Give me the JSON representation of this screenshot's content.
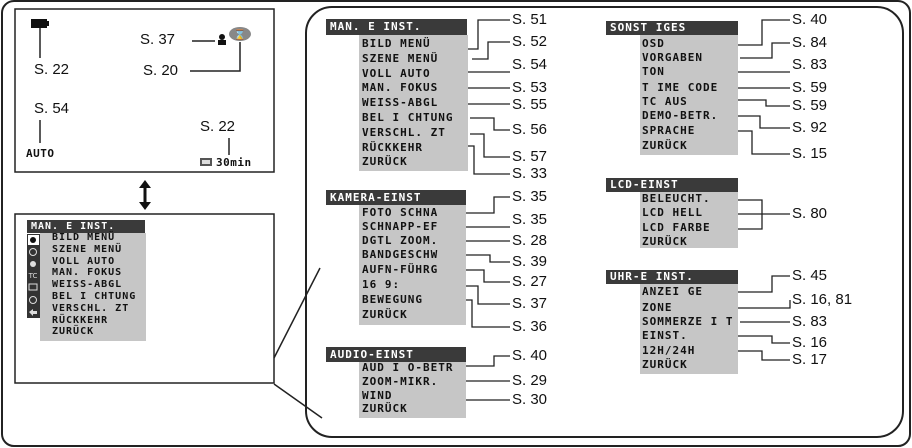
{
  "screen": {
    "ref_battery": "S. 22",
    "ref_top": "S. 37",
    "ref_icon": "S. 20",
    "ref_mode": "S. 54",
    "mode_label": "AUTO",
    "ref_remain": "S. 22",
    "remain_value": "30min"
  },
  "small_menu": {
    "title": "MAN. E INST.",
    "items": [
      "BILD MENÜ",
      "SZENE MENÜ",
      "VOLL AUTO",
      "MAN. FOKUS",
      "WEISS-ABGL",
      "BEL I CHTUNG",
      "VERSCHL. ZT",
      "RÜCKKEHR",
      "ZURÜCK"
    ]
  },
  "menus": {
    "man": {
      "title": "MAN. E INST.",
      "items": [
        "BILD MENÜ",
        "SZENE MENÜ",
        "VOLL AUTO",
        "MAN. FOKUS",
        "WEISS-ABGL",
        "BEL I CHTUNG",
        "VERSCHL. ZT",
        "RÜCKKEHR",
        "ZURÜCK"
      ],
      "refs": [
        "S. 51",
        "S. 52",
        "S. 54",
        "S. 53",
        "S. 55",
        "S. 56",
        "S. 57",
        "S. 33"
      ]
    },
    "kamera": {
      "title": "KAMERA-EINST",
      "items": [
        "FOTO SCHNA",
        "SCHNAPP-EF",
        "DGTL ZOOM.",
        "BANDGESCHW",
        "AUFN-FÜHRG",
        "16 9:",
        "BEWEGUNG",
        "ZURÜCK"
      ],
      "refs": [
        "S. 35",
        "S. 35",
        "S. 28",
        "S. 39",
        "S. 27",
        "S. 37",
        "S. 36"
      ]
    },
    "audio": {
      "title": "AUDIO-EINST",
      "items": [
        "AUD I O-BETR",
        "ZOOM-MIKR.",
        "WIND",
        "ZURÜCK"
      ],
      "refs": [
        "S. 40",
        "S. 29",
        "S. 30"
      ]
    },
    "sonst": {
      "title": "SONST IGES",
      "items": [
        "OSD",
        "VORGABEN",
        "TON",
        "T IME CODE",
        "TC AUS",
        "DEMO-BETR.",
        "SPRACHE",
        "ZURÜCK"
      ],
      "refs": [
        "S. 40",
        "S. 84",
        "S. 83",
        "S. 59",
        "S. 59",
        "S. 92",
        "S. 15"
      ]
    },
    "lcd": {
      "title": "LCD-EINST",
      "items": [
        "BELEUCHT.",
        "LCD HELL",
        "LCD FARBE",
        "ZURÜCK"
      ],
      "refs": [
        "S. 80"
      ]
    },
    "uhr": {
      "title": "UHR-E INST.",
      "items": [
        "ANZEI GE",
        "ZONE",
        "SOMMERZE I T",
        "EINST.",
        "12H/24H",
        "ZURÜCK"
      ],
      "refs": [
        "S. 45",
        "S. 16, 81",
        "S. 83",
        "S. 16",
        "S. 17"
      ]
    }
  },
  "icons": {
    "arrow": "up-down-arrow-icon",
    "battery": "battery-icon",
    "tape": "tape-icon",
    "face": "person-icon",
    "hourglass": "hourglass-icon"
  }
}
